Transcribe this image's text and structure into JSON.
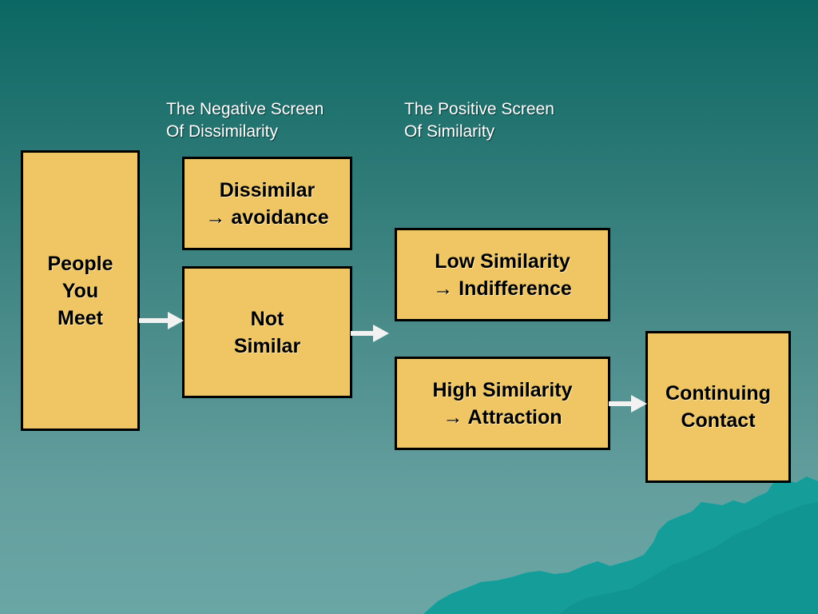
{
  "colors": {
    "box_fill": "#efc663",
    "box_border": "#000000",
    "arrow": "#f2f2f2",
    "caption_text": "#ffffff",
    "mountain": "#159d9a"
  },
  "captions": {
    "negative": [
      "The Negative Screen",
      "Of Dissimilarity"
    ],
    "positive": [
      "The Positive Screen",
      "Of Similarity"
    ]
  },
  "boxes": {
    "people": [
      "People",
      "You",
      "Meet"
    ],
    "dissimilar": [
      "Dissimilar",
      "→ avoidance"
    ],
    "not_similar": [
      "Not",
      "Similar"
    ],
    "low_similarity": [
      "Low Similarity",
      "→ Indifference"
    ],
    "high_similarity": [
      "High Similarity",
      "→ Attraction"
    ],
    "continuing": [
      "Continuing",
      "Contact"
    ]
  },
  "arrows": [
    "arrow-right-icon",
    "arrow-right-icon",
    "arrow-right-icon"
  ]
}
